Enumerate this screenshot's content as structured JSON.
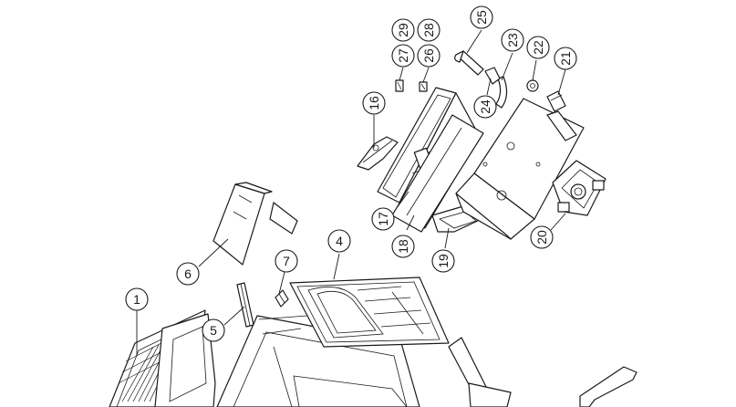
{
  "diagram": {
    "callouts": [
      {
        "id": "c1",
        "label": "1"
      },
      {
        "id": "c4",
        "label": "4"
      },
      {
        "id": "c5",
        "label": "5"
      },
      {
        "id": "c6",
        "label": "6"
      },
      {
        "id": "c7",
        "label": "7"
      },
      {
        "id": "c16",
        "label": "16"
      },
      {
        "id": "c17",
        "label": "17"
      },
      {
        "id": "c18",
        "label": "18"
      },
      {
        "id": "c19",
        "label": "19"
      },
      {
        "id": "c20",
        "label": "20"
      },
      {
        "id": "c21",
        "label": "21"
      },
      {
        "id": "c22",
        "label": "22"
      },
      {
        "id": "c23",
        "label": "23"
      },
      {
        "id": "c24",
        "label": "24"
      },
      {
        "id": "c25",
        "label": "25"
      },
      {
        "id": "c26",
        "label": "26"
      },
      {
        "id": "c27",
        "label": "27"
      },
      {
        "id": "c28",
        "label": "28"
      },
      {
        "id": "c29",
        "label": "29"
      }
    ]
  }
}
